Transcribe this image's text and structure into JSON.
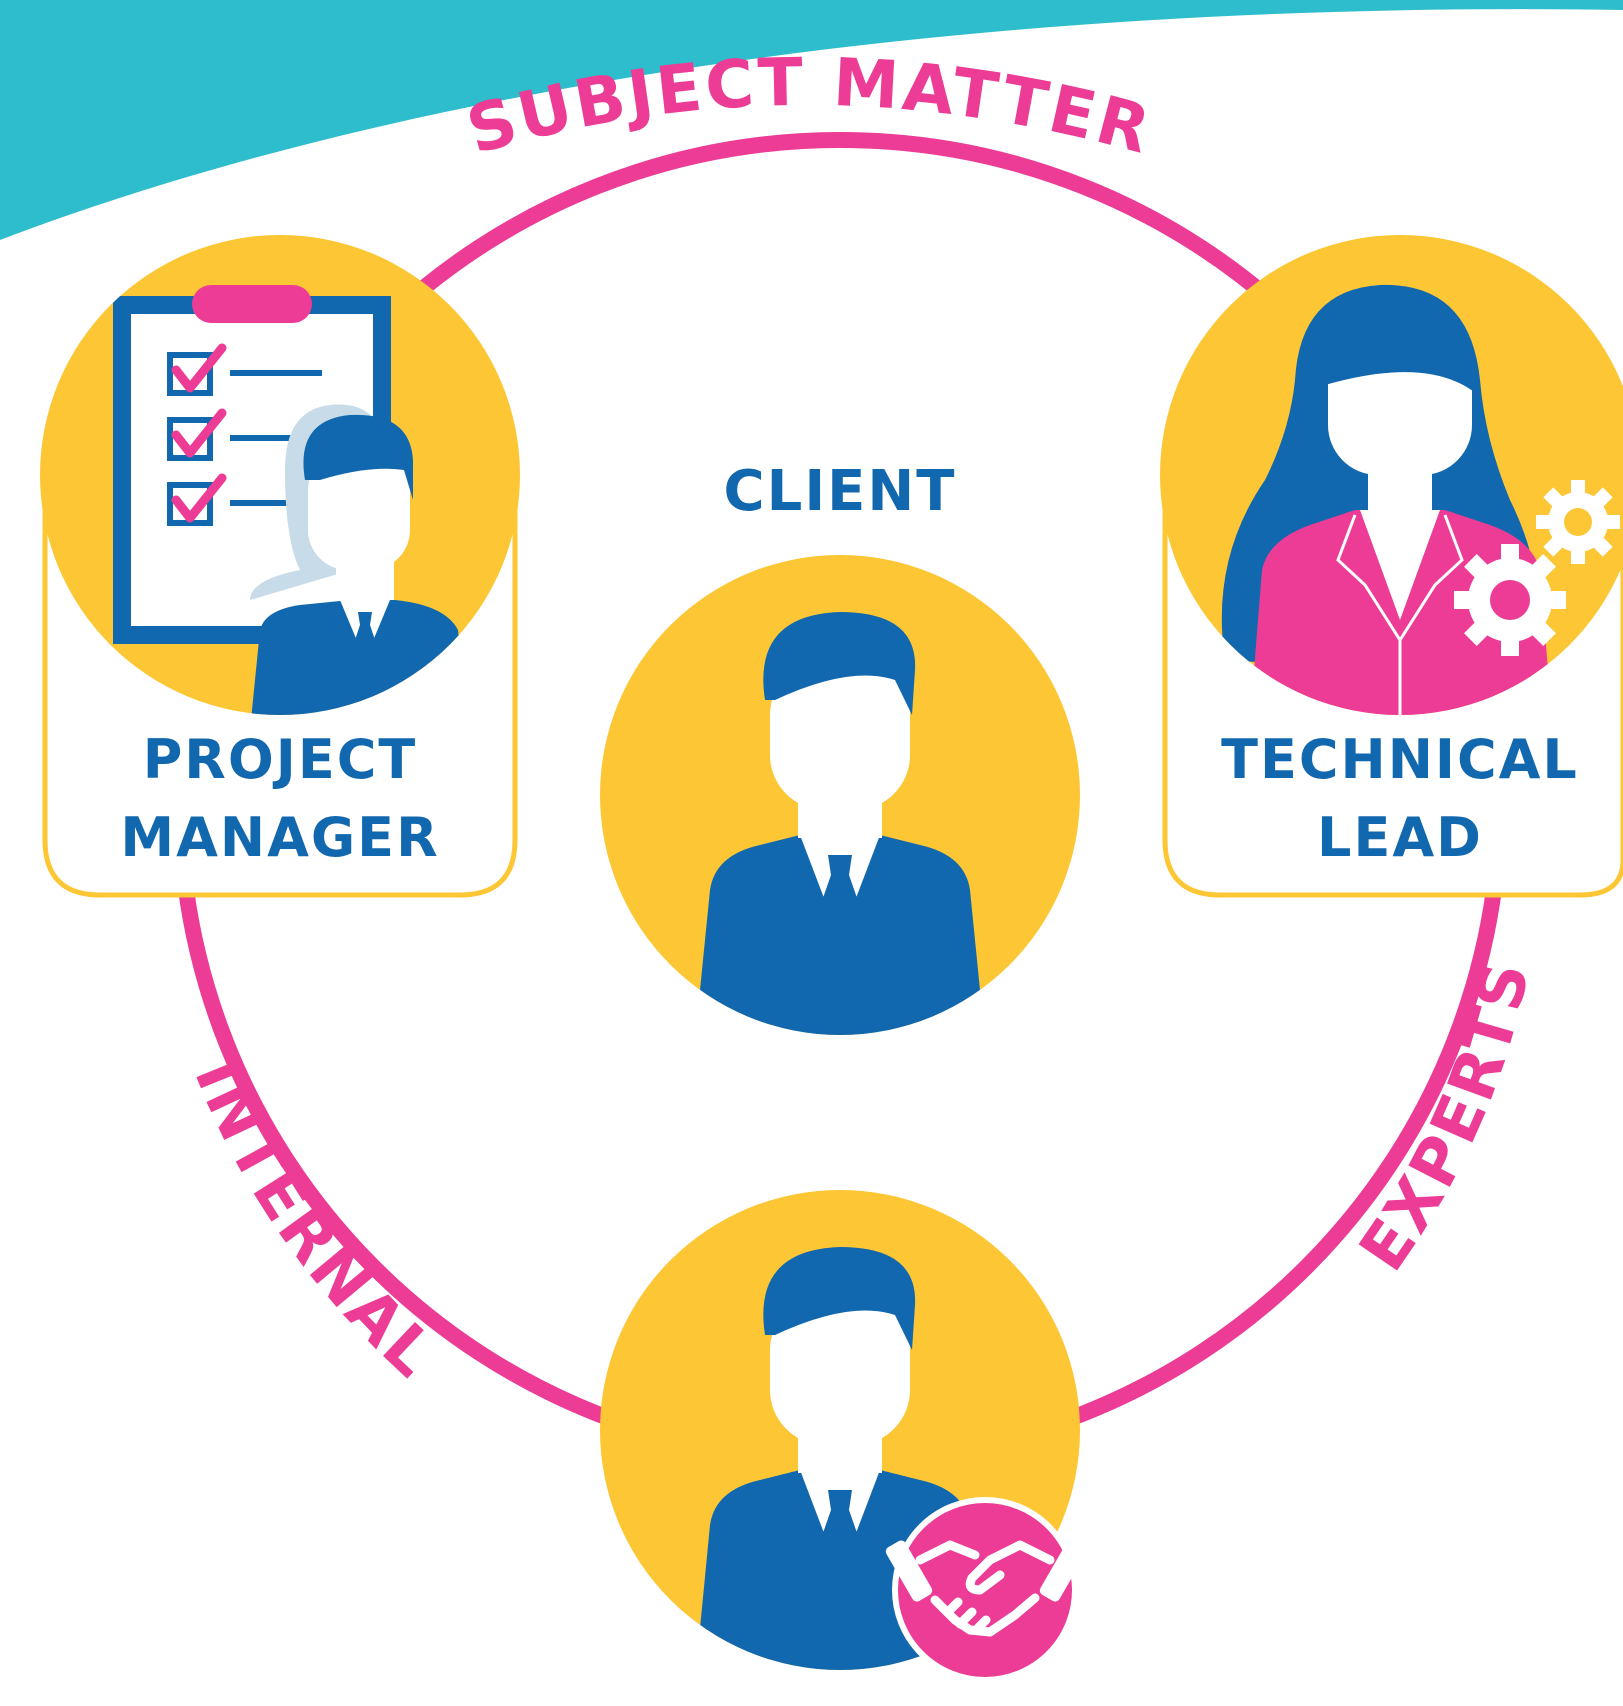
{
  "colors": {
    "teal": "#2ebdcc",
    "magenta": "#ec3c95",
    "yellow": "#fdc635",
    "blue": "#1268ae",
    "light_blue": "#c7dbe9",
    "white": "#ffffff"
  },
  "roles": {
    "client": "CLIENT",
    "project_manager": [
      "PROJECT",
      "MANAGER"
    ],
    "technical_lead": [
      "TECHNICAL",
      "LEAD"
    ]
  },
  "arc_labels": {
    "top": "SUBJECT MATTER",
    "left": "INTERNAL",
    "right": "EXPERTS"
  },
  "icons": {
    "project_manager": "clipboard-checklist-icon",
    "technical_lead": "gears-icon",
    "bottom_person": "handshake-icon"
  }
}
